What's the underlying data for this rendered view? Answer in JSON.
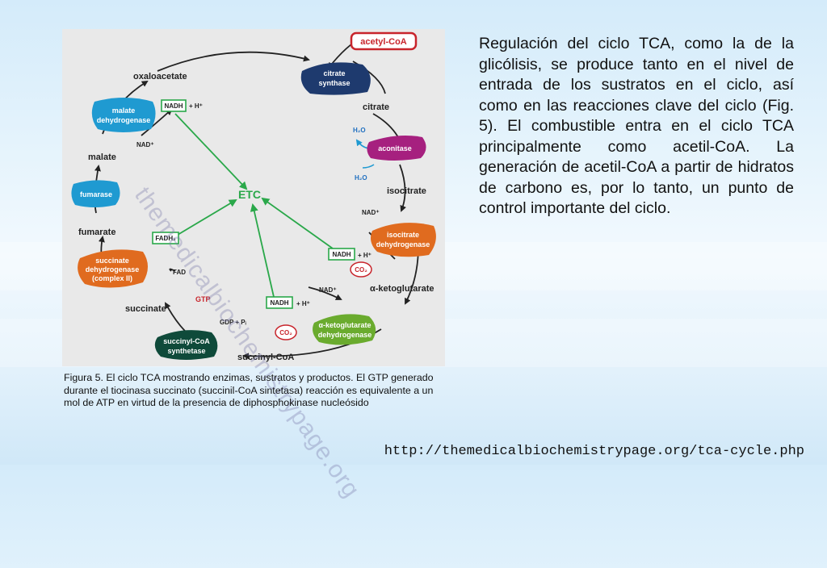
{
  "diagram": {
    "acetyl_coa": "acetyl-CoA",
    "oxaloacetate": "oxaloacetate",
    "citrate_synthase": [
      "citrate",
      "synthase"
    ],
    "citrate": "citrate",
    "aconitase": "aconitase",
    "h2o_top": "H₂O",
    "h2o_bottom": "H₂O",
    "isocitrate": "isocitrate",
    "nad_iso": "NAD⁺",
    "isocitrate_dehydrogenase": [
      "isocitrate",
      "dehydrogenase"
    ],
    "nadh_iso": "NADH",
    "h_iso": "+ H⁺",
    "co2_iso": "CO₂",
    "nad_akg": "NAD⁺",
    "alpha_ketoglutarate": "α-ketoglutarate",
    "akg_dehydrogenase": [
      "α-ketoglutarate",
      "dehydrogenase"
    ],
    "nadh_akg": "NADH",
    "h_akg": "+ H⁺",
    "co2_akg": "CO₂",
    "succinyl_coa": "succinyl-CoA",
    "succinyl_coa_synthetase": [
      "succinyl-CoA",
      "synthetase"
    ],
    "gdp_pi": "GDP + Pᵢ",
    "gtp": "GTP",
    "succinate": "succinate",
    "succinate_dehydrogenase": [
      "succinate",
      "dehydrogenase",
      "(complex II)"
    ],
    "fad": "FAD",
    "fadh2": "FADH₂",
    "fumarate": "fumarate",
    "fumarase": "fumarase",
    "malate": "malate",
    "nad_mal": "NAD⁺",
    "malate_dehydrogenase": [
      "malate",
      "dehydrogenase"
    ],
    "nadh_mal": "NADH",
    "h_mal": "+ H⁺",
    "etc": "ETC",
    "watermark": "themedicalbiochemistrypage.org",
    "colors": {
      "panel": "#e9e9e9",
      "navy": "#1e3a6e",
      "magenta": "#a6207f",
      "orange": "#e06b1f",
      "teal": "#1f9ad1",
      "green_enzyme": "#6aab2e",
      "dark_green": "#0f4a3a",
      "arrow_green": "#2aa84a",
      "red": "#c8242b",
      "blue_text": "#1f6fc0"
    }
  },
  "text": {
    "paragraph": "Regulación del ciclo TCA, como la de la glicólisis, se produce tanto en el nivel de entrada de los sustratos en el ciclo, así como en las reacciones clave del ciclo (Fig. 5). El combustible entra en el ciclo TCA principalmente como acetil-CoA. La generación de acetil-CoA a partir de hidratos de carbono es, por lo tanto, un punto de control importante del ciclo.",
    "caption": "Figura 5. El ciclo TCA mostrando enzimas, sustratos y productos. El GTP generado durante el tiocinasa succinato (succinil-CoA sintetasa) reacción es equivalente a un mol de ATP en virtud de la presencia de diphosphokinase nucleósido",
    "url": "http://themedicalbiochemistrypage.org/tca-cycle.php"
  }
}
